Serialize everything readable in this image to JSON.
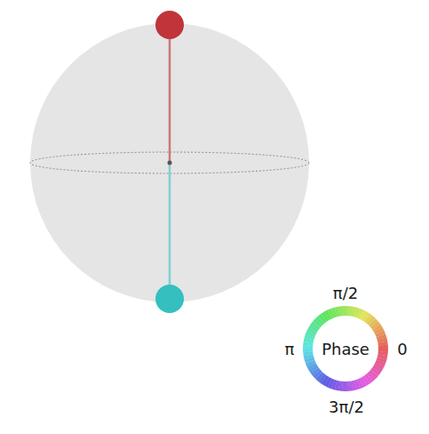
{
  "diagram": {
    "labels": [
      "π/2",
      "π",
      "Phase",
      "0",
      "3π/2"
    ]
  }
}
